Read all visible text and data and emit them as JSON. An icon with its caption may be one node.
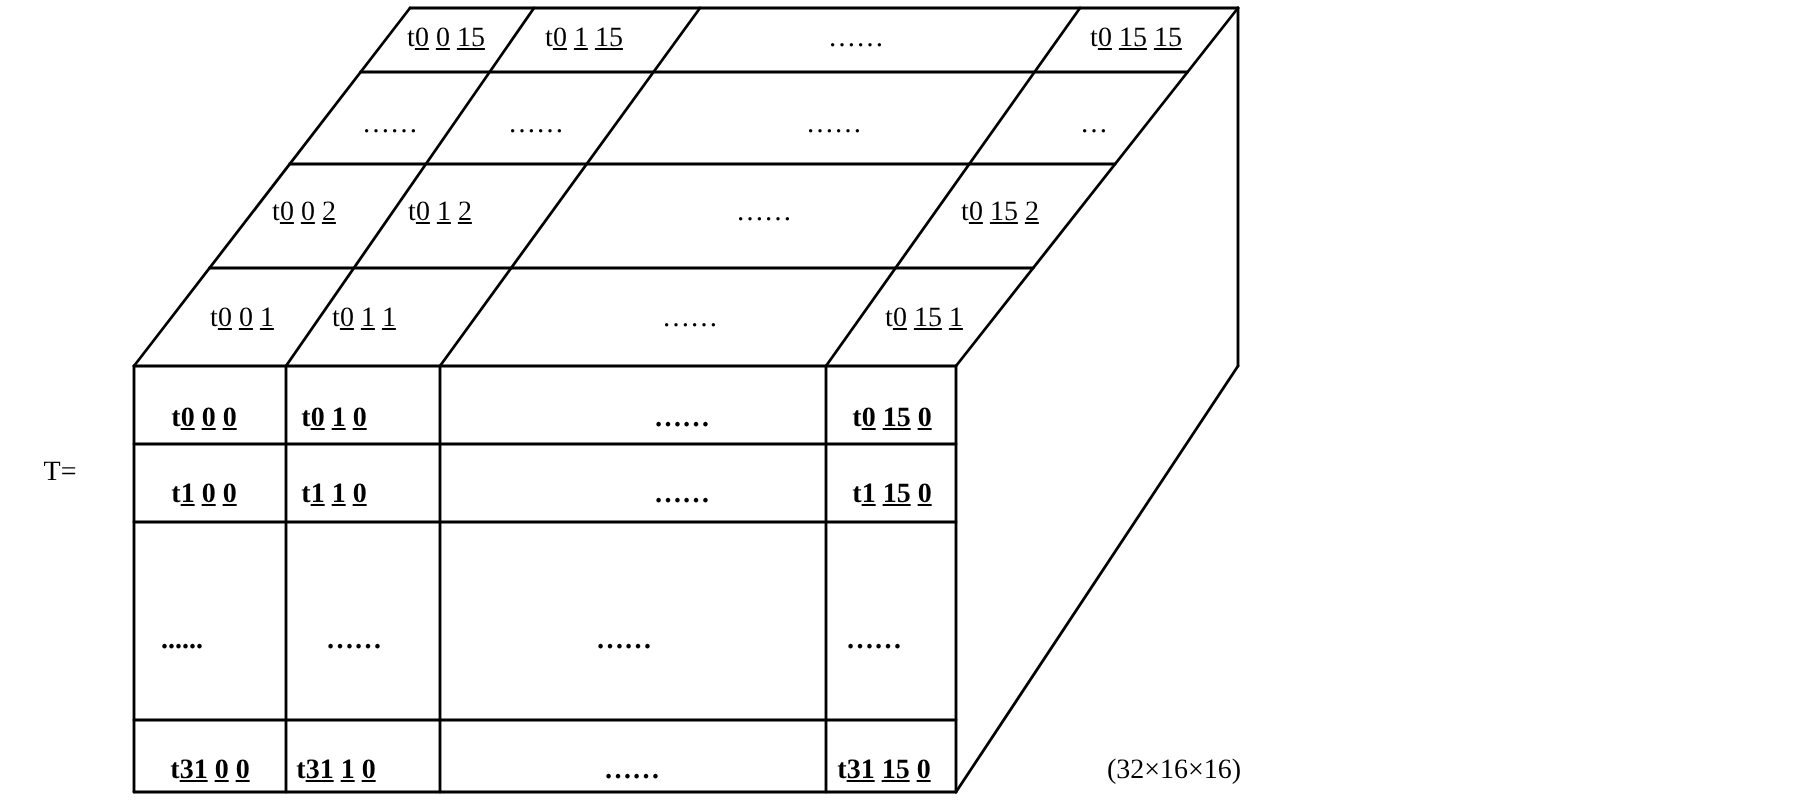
{
  "diagram": {
    "labels": [
      "t0 0 15",
      "t0 1 15",
      "……",
      "t0 15 15",
      "……",
      "……",
      "……",
      "…",
      "t0 0 2",
      "t0 1 2",
      "……",
      "t0 15 2",
      "t0 0 1",
      "t0 1 1",
      "……",
      "t0 15 1",
      "T=",
      "t0 0 0",
      "t0 1 0",
      "……",
      "t0 15 0",
      "t1 0 0",
      "t1 1 0",
      "……",
      "t1 15 0",
      "......",
      "……",
      "……",
      "……",
      "t31 0 0",
      "t31 1 0",
      "……",
      "t31 15 0",
      "(32×16×16)"
    ]
  }
}
